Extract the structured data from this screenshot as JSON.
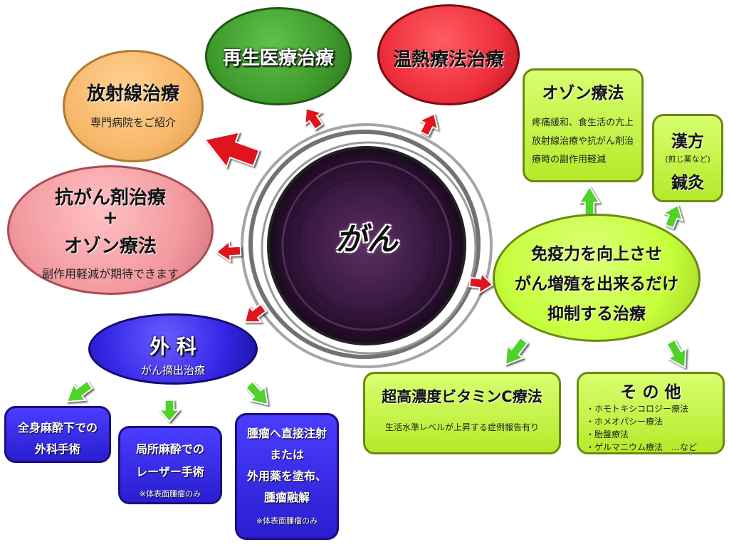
{
  "center": {
    "label": "がん"
  },
  "nodes": {
    "regenerative": {
      "title": "再生医療治療"
    },
    "thermo": {
      "title": "温熱療法治療"
    },
    "radiation": {
      "title": "放射線治療",
      "sub": "専門病院をご紹介"
    },
    "chemo": {
      "line1": "抗がん剤治療",
      "line2": "+",
      "line3": "オゾン療法",
      "sub": "副作用軽減が期待できます"
    },
    "surgery": {
      "title": "外 科",
      "sub": "がん摘出治療"
    },
    "general_anesthesia": {
      "line1": "全身麻酔下での",
      "line2": "外科手術"
    },
    "local_laser": {
      "line1": "局所麻酔での",
      "line2": "レーザー手術",
      "note": "※体表面腫瘤のみ"
    },
    "injection": {
      "line1": "腫瘤へ直接注射",
      "line2": "または",
      "line3": "外用薬を塗布、",
      "line4": "腫瘤融解",
      "note": "※体表面腫瘤のみ"
    },
    "immunity": {
      "line1": "免疫力を向上させ",
      "line2": "がん増殖を出来るだけ",
      "line3": "抑制する治療"
    },
    "ozone": {
      "title": "オゾン療法",
      "line1": "疼痛緩和、食生活の亢上",
      "line2": "放射線治療や抗がん剤治",
      "line3": "療時の副作用軽減"
    },
    "kampo": {
      "line1": "漢方",
      "line2": "(煎じ薬など)",
      "line3": "鍼灸"
    },
    "vitaminc": {
      "title": "超高濃度ビタミンC療法",
      "sub": "生活水準レベルが上昇する症例報告有り"
    },
    "other": {
      "title": "そ の 他",
      "items": [
        "・ホモトキシコロジー療法",
        "・ホメオパシー療法",
        "・胎盤療法",
        "・ゲルマニウム療法　…など"
      ]
    }
  },
  "colors": {
    "green": "#3f9a2c",
    "red": "#ee2e3c",
    "orange": "#f7b769",
    "pink": "#f29a9f",
    "blue": "#3326e6",
    "lime": "#c6ff3c",
    "dark_purple": "#3c1a44",
    "arrow_red": "#e0141c",
    "arrow_green": "#4fd32a"
  }
}
